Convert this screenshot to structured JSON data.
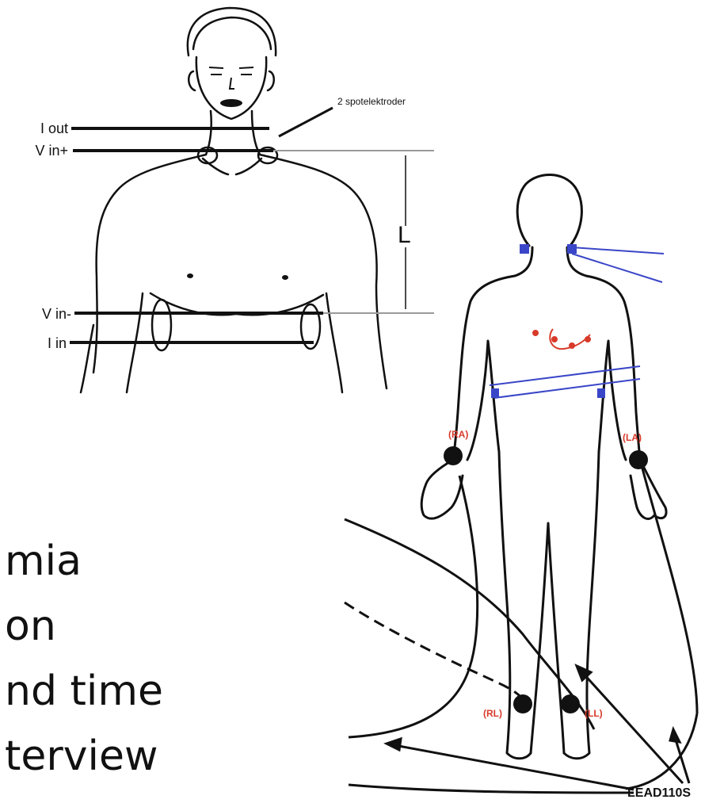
{
  "slide_text": {
    "line1": "mia",
    "line2": "on",
    "line3": "nd time",
    "line4": "terview"
  },
  "figure_top": {
    "labels": {
      "i_out": "I out",
      "v_in_plus": "V in+",
      "v_in_minus": "V in-",
      "i_in": "I in",
      "spot": "2 spotelektroder",
      "length": "L"
    }
  },
  "figure_right": {
    "labels": {
      "ra": "(RA)",
      "la": "(LA)",
      "rl": "(RL)",
      "ll": "(LL)",
      "lead": "LEAD110S"
    }
  },
  "colors": {
    "ink": "#111111",
    "accent_red": "#d83a2a",
    "accent_blue": "#3a46c8",
    "guide_gray": "#9a9a9a"
  }
}
